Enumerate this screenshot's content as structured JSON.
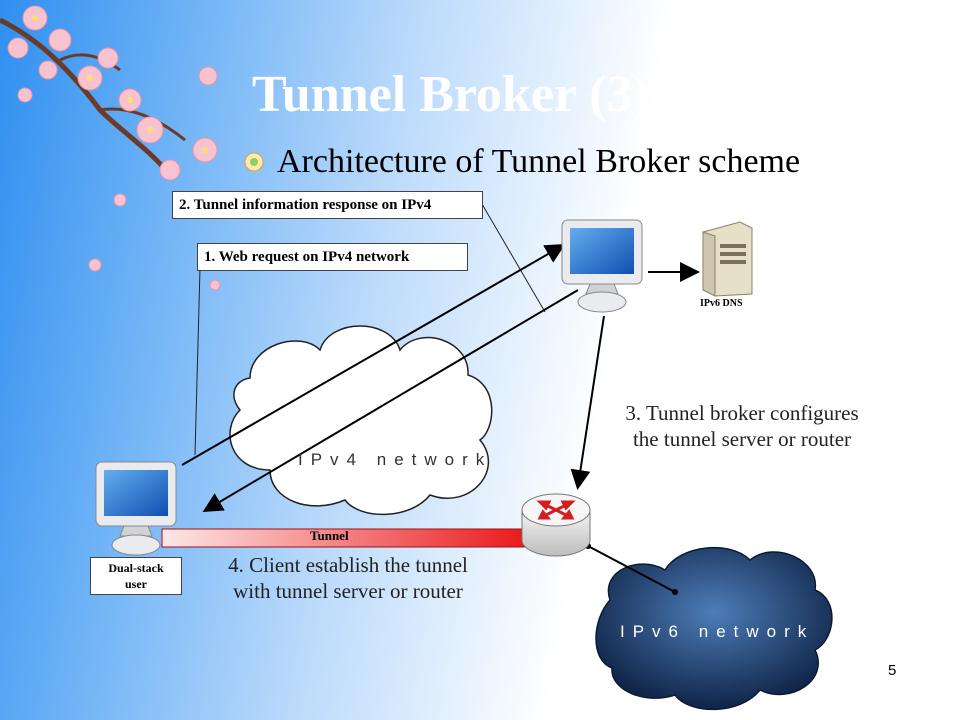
{
  "slide": {
    "title": "Tunnel Broker (3)",
    "bullet": "Architecture of Tunnel Broker scheme",
    "page_number": "5"
  },
  "diagram": {
    "box_tunnel_info": "2. Tunnel information response on IPv4",
    "box_web_request": "1. Web request on IPv4 network",
    "ipv4_label": "IPv4 network",
    "ipv6_label": "IPv6 network",
    "dns_label": "IPv6 DNS",
    "user_label_line1": "Dual-stack",
    "user_label_line2": "user",
    "tunnel_label": "Tunnel",
    "step3_line1": "3. Tunnel broker configures",
    "step3_line2": "the tunnel server or router",
    "step4_line1": "4. Client establish the tunnel",
    "step4_line2": "with tunnel server or router"
  },
  "colors": {
    "title": "#ffffff",
    "tunnel_red": "#e8191b",
    "ipv6_cloud": "#1e3f6e",
    "router_arrow": "#d21e1e",
    "monitor_screen": "#1f6fd0"
  },
  "icons": [
    "cherry-blossom-branch",
    "bullet-icon",
    "monitor-icon",
    "server-icon",
    "router-icon",
    "cloud-icon"
  ]
}
